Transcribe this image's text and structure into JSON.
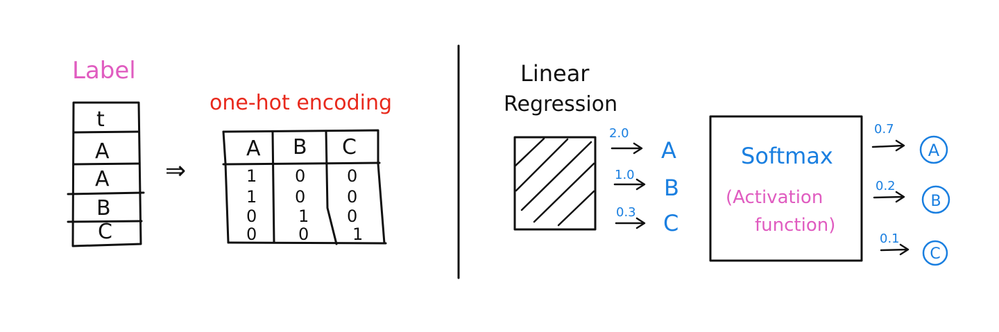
{
  "left": {
    "label_title": "Label",
    "labels": [
      "t",
      "A",
      "A",
      "B",
      "C"
    ],
    "arrow": "⇒",
    "encoding_title": "one-hot encoding",
    "table": {
      "headers": [
        "A",
        "B",
        "C"
      ],
      "rows": [
        [
          "1",
          "0",
          "0"
        ],
        [
          "1",
          "0",
          "0"
        ],
        [
          "0",
          "1",
          "0"
        ],
        [
          "0",
          "0",
          "1"
        ]
      ]
    }
  },
  "right": {
    "model_title_line1": "Linear",
    "model_title_line2": "Regression",
    "scores": [
      {
        "value": "2.0",
        "class": "A"
      },
      {
        "value": "1.0",
        "class": "B"
      },
      {
        "value": "0.3",
        "class": "C"
      }
    ],
    "softmax_label": "Softmax",
    "activation_line1": "(Activation",
    "activation_line2": "function)",
    "probabilities": [
      {
        "value": "0.7",
        "class": "A"
      },
      {
        "value": "0.2",
        "class": "B"
      },
      {
        "value": "0.1",
        "class": "C"
      }
    ]
  },
  "colors": {
    "ink": "#111111",
    "pink": "#e05cc0",
    "red": "#e8291c",
    "blue": "#1a7fe0"
  }
}
